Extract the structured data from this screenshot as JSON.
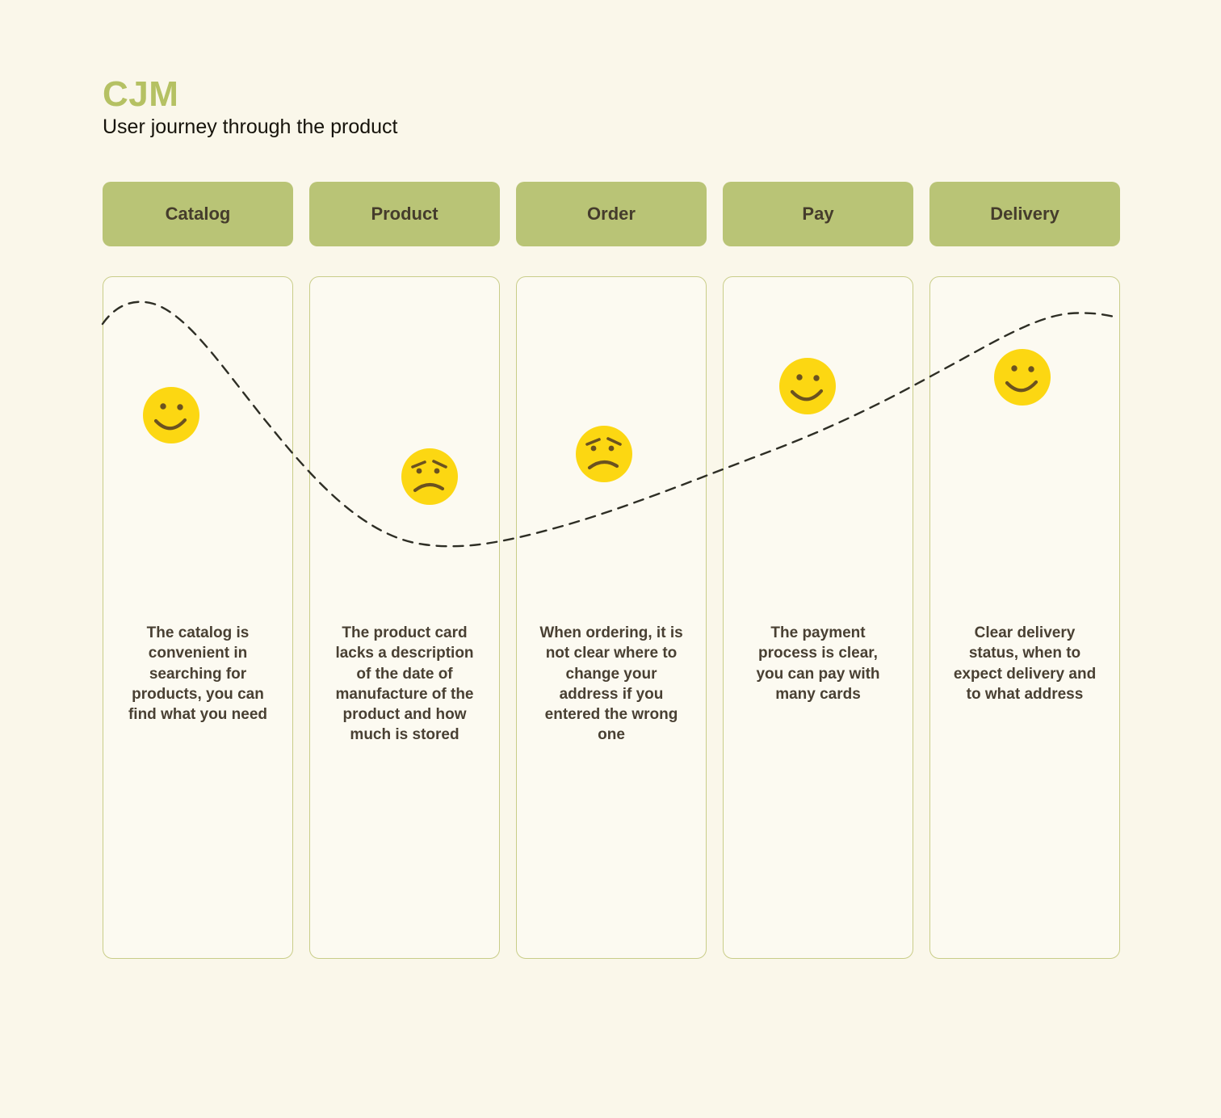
{
  "page": {
    "title": "CJM",
    "subtitle": "User journey through the product"
  },
  "colors": {
    "background": "#faf7ea",
    "card_background": "#fcfaf1",
    "card_border": "#c9cd89",
    "header_bg": "#b9c476",
    "header_text": "#453c2c",
    "title_accent": "#b5c163",
    "subtitle_text": "#16130b",
    "body_text": "#494033",
    "emoji_yellow": "#fcd712",
    "emoji_features": "#6b5220",
    "curve_color": "#2e2e25"
  },
  "stages": [
    {
      "label": "Catalog",
      "mood": "happy",
      "note": "The catalog is convenient in searching for products, you can find what you need"
    },
    {
      "label": "Product",
      "mood": "sad",
      "note": "The product card lacks a description of the date of manufacture of the product and how much is stored"
    },
    {
      "label": "Order",
      "mood": "sad",
      "note": "When ordering, it is not clear where to change your address if you entered the wrong one"
    },
    {
      "label": "Pay",
      "mood": "happy",
      "note": "The payment process is clear, you can pay with many cards"
    },
    {
      "label": "Delivery",
      "mood": "happy",
      "note": "Clear delivery status, when to expect delivery and to what address"
    }
  ]
}
